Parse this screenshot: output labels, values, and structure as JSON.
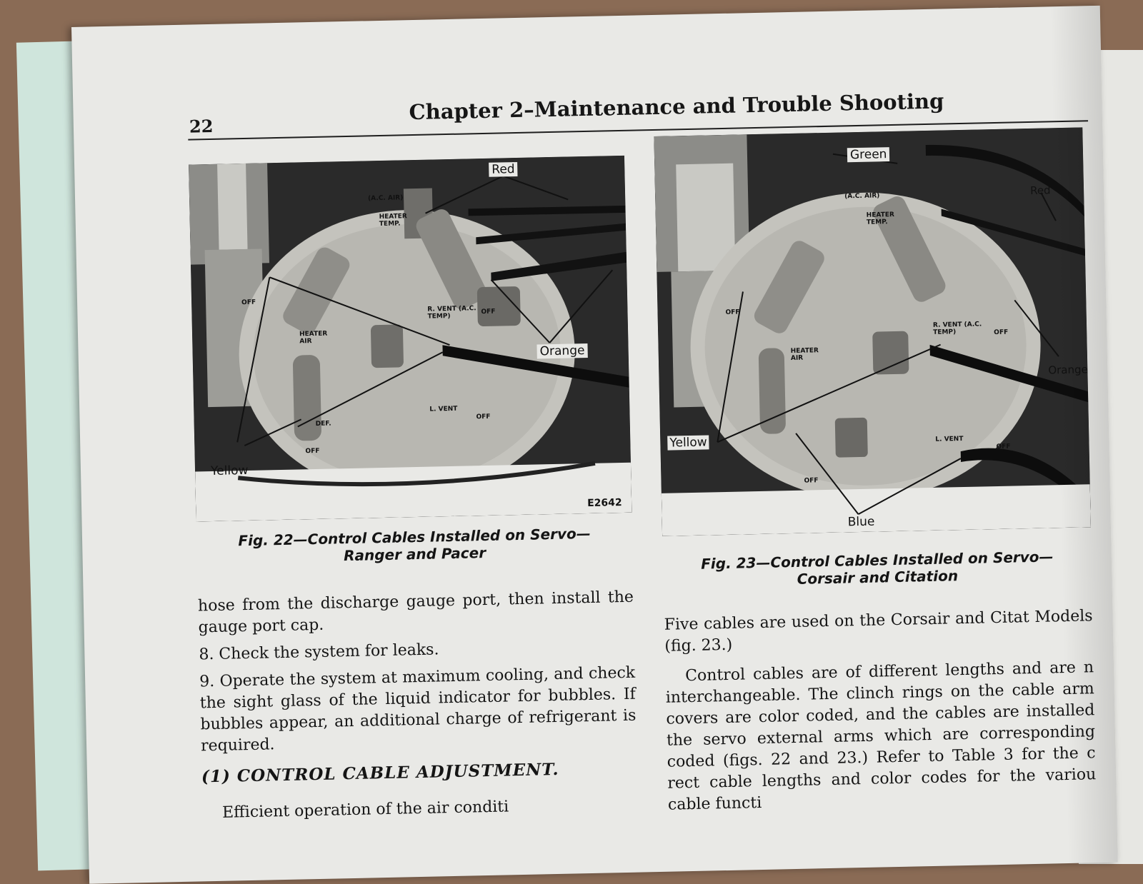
{
  "page": {
    "number": "22",
    "chapter_title": "Chapter 2–Maintenance and Trouble Shooting"
  },
  "figure22": {
    "callouts": {
      "red": "Red",
      "orange": "Orange",
      "yellow": "Yellow"
    },
    "parts": {
      "ac_air": "(A.C. AIR)",
      "heater_temp": "HEATER TEMP.",
      "r_vent": "R. VENT (A.C. TEMP)",
      "heater_air": "HEATER AIR",
      "l_vent": "L. VENT",
      "def": "DEF.",
      "off": "OFF"
    },
    "code": "E2642",
    "caption_line1": "Fig. 22—Control Cables Installed on Servo—",
    "caption_line2": "Ranger and Pacer"
  },
  "figure23": {
    "callouts": {
      "green": "Green",
      "red": "Red",
      "orange": "Orange",
      "yellow": "Yellow",
      "blue": "Blue"
    },
    "parts": {
      "ac_air": "(A.C. AIR)",
      "heater_temp": "HEATER TEMP.",
      "r_vent": "R. VENT (A.C. TEMP)",
      "heater_air": "HEATER AIR",
      "l_vent": "L. VENT",
      "off": "OFF"
    },
    "caption_line1": "Fig. 23—Control Cables Installed on Servo—",
    "caption_line2": "Corsair and Citation"
  },
  "left_column": {
    "para_hose": "hose from the discharge gauge port, then install the gauge port cap.",
    "step8": "8. Check the system for leaks.",
    "step9": "9. Operate the system at maximum cooling, and check the sight glass of the liquid indicator for bubbles. If bubbles appear, an additional charge of refrigerant is required.",
    "section_heading": "(1) CONTROL CABLE ADJUSTMENT.",
    "para_efficient": "Efficient operation of the air conditi"
  },
  "right_column": {
    "para_five": "Five cables are used on the Corsair and Citat Models (fig. 23.)",
    "para_control": "Control cables are of different lengths and are n interchangeable. The clinch rings on the cable arm covers are color coded, and the cables are installed the servo external arms which are corresponding coded (figs. 22 and 23.) Refer to Table 3 for the c rect cable lengths and color codes for the variou cable functi"
  }
}
